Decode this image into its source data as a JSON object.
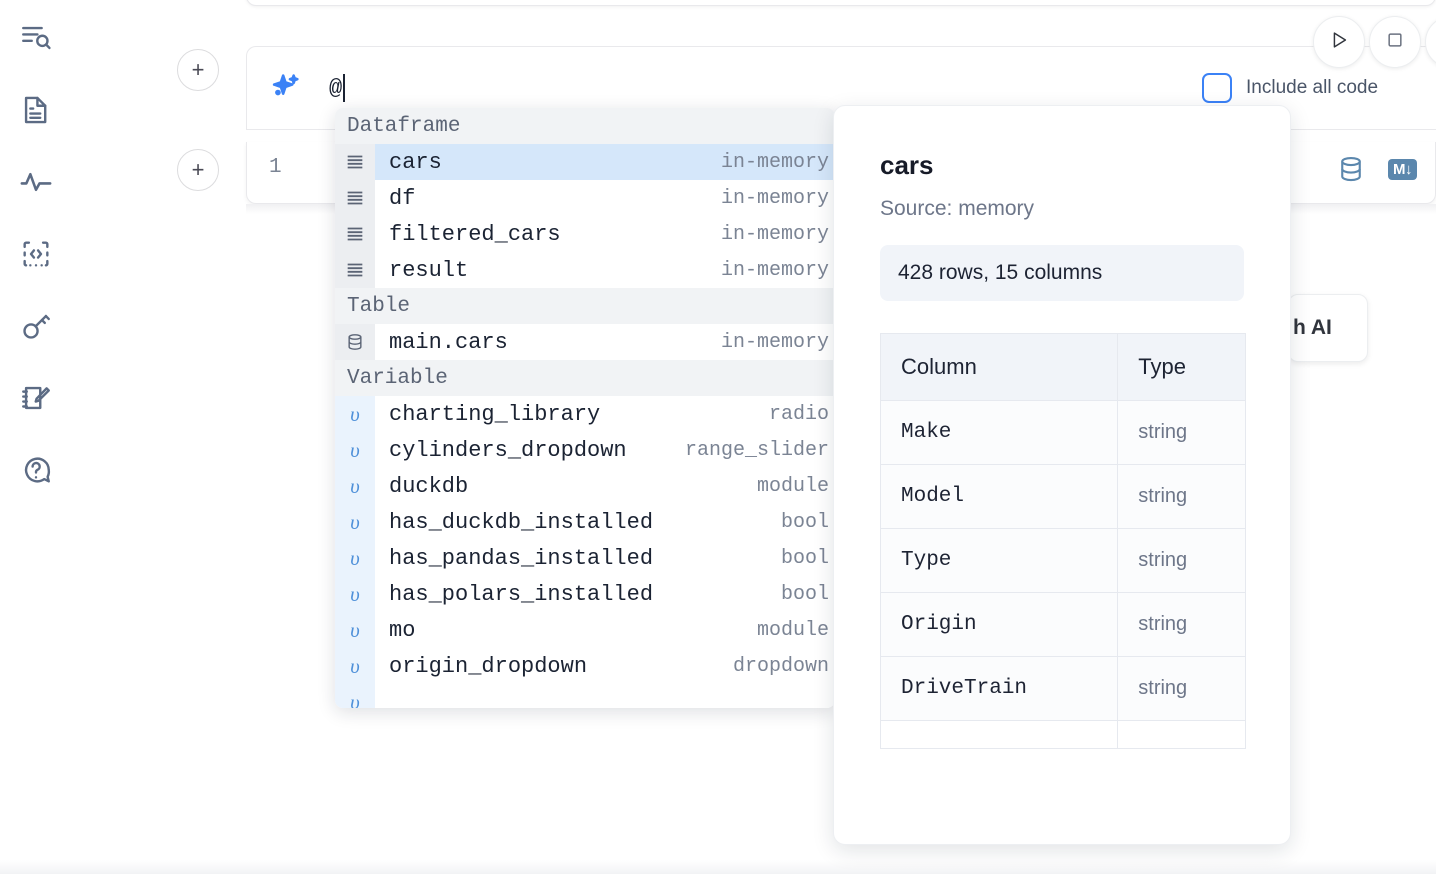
{
  "sidebar": {
    "items": [
      {
        "name": "explorer-search-icon",
        "label": "Explorer search"
      },
      {
        "name": "document-icon",
        "label": "Documentation"
      },
      {
        "name": "activity-icon",
        "label": "Activity"
      },
      {
        "name": "snippets-icon",
        "label": "Snippets"
      },
      {
        "name": "secrets-key-icon",
        "label": "Secrets"
      },
      {
        "name": "scratchpad-icon",
        "label": "Scratchpad"
      },
      {
        "name": "help-chat-icon",
        "label": "Help"
      }
    ]
  },
  "cell_actions": {
    "add_cell_above_label": "+",
    "add_cell_below_label": "+"
  },
  "ai_prompt": {
    "icon": "sparkles-icon",
    "value": "@",
    "include_all_code_label": "Include all code",
    "include_all_code_checked": false
  },
  "toolbar": {
    "run_label": "run-icon",
    "stop_label": "stop-icon"
  },
  "code_cell": {
    "line_number": "1",
    "database_icon": "database-icon",
    "markdown_badge": "M↓"
  },
  "floating_button": {
    "label": "h AI"
  },
  "autocomplete": {
    "groups": [
      {
        "label": "Dataframe",
        "icon": "dataframe-icon",
        "kind": "dataframe",
        "rows": [
          {
            "name": "cars",
            "type": "in-memory",
            "selected": true
          },
          {
            "name": "df",
            "type": "in-memory",
            "selected": false
          },
          {
            "name": "filtered_cars",
            "type": "in-memory",
            "selected": false
          },
          {
            "name": "result",
            "type": "in-memory",
            "selected": false
          }
        ]
      },
      {
        "label": "Table",
        "icon": "table-database-icon",
        "kind": "table",
        "rows": [
          {
            "name": "main.cars",
            "type": "in-memory",
            "selected": false
          }
        ]
      },
      {
        "label": "Variable",
        "icon": "variable-icon",
        "kind": "variable",
        "rows": [
          {
            "name": "charting_library",
            "type": "radio",
            "selected": false
          },
          {
            "name": "cylinders_dropdown",
            "type": "range_slider",
            "selected": false
          },
          {
            "name": "duckdb",
            "type": "module",
            "selected": false
          },
          {
            "name": "has_duckdb_installed",
            "type": "bool",
            "selected": false
          },
          {
            "name": "has_pandas_installed",
            "type": "bool",
            "selected": false
          },
          {
            "name": "has_polars_installed",
            "type": "bool",
            "selected": false
          },
          {
            "name": "mo",
            "type": "module",
            "selected": false
          },
          {
            "name": "origin_dropdown",
            "type": "dropdown",
            "selected": false
          }
        ]
      }
    ]
  },
  "preview": {
    "title": "cars",
    "source": "Source: memory",
    "stats": "428 rows, 15 columns",
    "columns_header": "Column",
    "type_header": "Type",
    "rows": [
      {
        "column": "Make",
        "type": "string"
      },
      {
        "column": "Model",
        "type": "string"
      },
      {
        "column": "Type",
        "type": "string"
      },
      {
        "column": "Origin",
        "type": "string"
      },
      {
        "column": "DriveTrain",
        "type": "string"
      }
    ]
  },
  "colors": {
    "accent_blue": "#3b82f6",
    "selected_row": "#d5e7fa",
    "variable_gutter": "#eaf3fd",
    "tool_blue": "#5b87ad",
    "group_header_bg": "#f1f3f5"
  }
}
